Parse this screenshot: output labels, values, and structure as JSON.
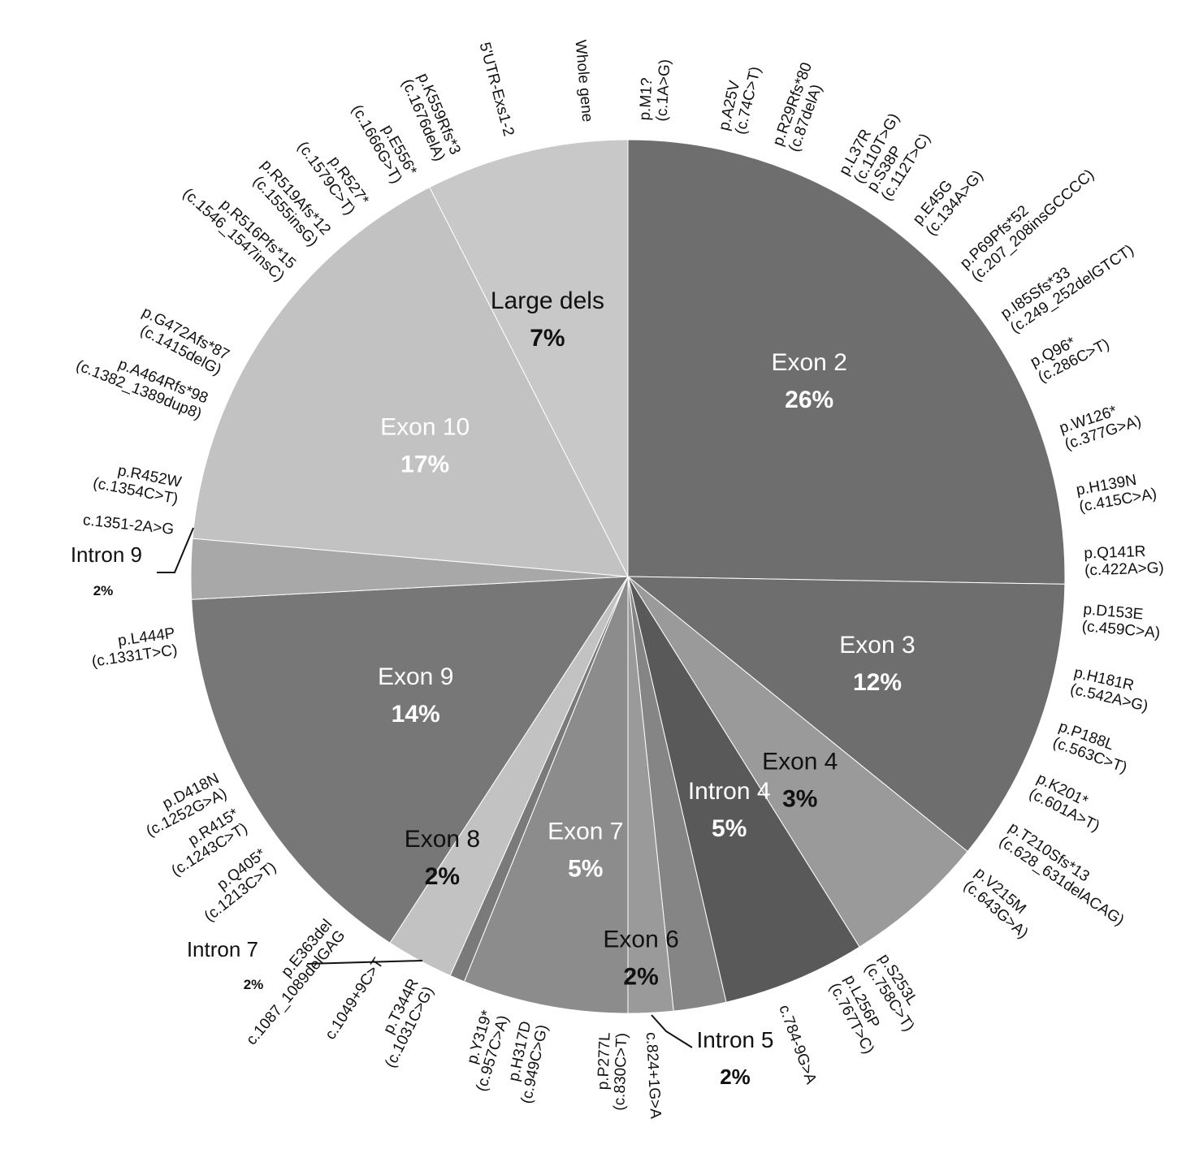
{
  "chart_data": {
    "type": "pie",
    "title": "",
    "slices": [
      {
        "label": "Exon 2",
        "percent_label": "26%",
        "value": 26,
        "color": "#6e6e6e",
        "text_color": "#ffffff"
      },
      {
        "label": "Exon 3",
        "percent_label": "12%",
        "value": 12,
        "color": "#6e6e6e",
        "text_color": "#ffffff"
      },
      {
        "label": "Exon 4",
        "percent_label": "3%",
        "value": 3,
        "color": "#9a9a9a",
        "text_color": "#111111"
      },
      {
        "label": "Intron 4",
        "percent_label": "5%",
        "value": 5,
        "color": "#595959",
        "text_color": "#ffffff"
      },
      {
        "label": "Intron 5",
        "percent_label": "2%",
        "value": 2,
        "color": "#858585",
        "text_color": "#111111"
      },
      {
        "label": "Exon 6",
        "percent_label": "2%",
        "value": 2,
        "color": "#9a9a9a",
        "text_color": "#111111"
      },
      {
        "label": "Exon 7",
        "percent_label": "5%",
        "value": 5,
        "color": "#8c8c8c",
        "text_color": "#ffffff"
      },
      {
        "label": "Intron 7",
        "percent_label": "2%",
        "value": 2,
        "color": "#7a7a7a",
        "text_color": "#111111"
      },
      {
        "label": "Exon 8",
        "percent_label": "2%",
        "value": 2,
        "color": "#c2c2c2",
        "text_color": "#111111"
      },
      {
        "label": "Exon 9",
        "percent_label": "14%",
        "value": 14,
        "color": "#777777",
        "text_color": "#ffffff"
      },
      {
        "label": "Intron 9",
        "percent_label": "2%",
        "value": 2,
        "color": "#a8a8a8",
        "text_color": "#111111"
      },
      {
        "label": "Exon 10",
        "percent_label": "17%",
        "value": 17,
        "color": "#c2c2c2",
        "text_color": "#ffffff"
      },
      {
        "label": "Large dels",
        "percent_label": "7%",
        "value": 7,
        "color": "#c8c8c8",
        "text_color": "#111111"
      }
    ],
    "mutations": [
      [
        "p.M1?",
        "(c.1A>G)"
      ],
      [
        "p.A25V",
        "(c.74C>T)"
      ],
      [
        "p.R29Rfs*80",
        "(c.87delA)"
      ],
      [
        "p.L37R",
        "(c.110T>G)"
      ],
      [
        "p.S38P",
        "(c.112T>C)"
      ],
      [
        "p.E45G",
        "(c.134A>G)"
      ],
      [
        "p.P69Pfs*52",
        "(c.207_208insGCCCC)"
      ],
      [
        "p.I85Sfs*33",
        "(c.249_252delGTCT)"
      ],
      [
        "p.Q96*",
        "(c.286C>T)"
      ],
      [
        "p.W126*",
        "(c.377G>A)"
      ],
      [
        "p.H139N",
        "(c.415C>A)"
      ],
      [
        "p.Q141R",
        "(c.422A>G)"
      ],
      [
        "p.D153E",
        "(c.459C>A)"
      ],
      [
        "p.H181R",
        "(c.542A>G)"
      ],
      [
        "p.P188L",
        "(c.563C>T)"
      ],
      [
        "p.K201*",
        "(c.601A>T)"
      ],
      [
        "p.T210Sfs*13",
        "(c.628_631delACAG)"
      ],
      [
        "p.V215M",
        "(c.643G>A)"
      ],
      [
        "p.S253L",
        "(c.758C>T)"
      ],
      [
        "p.L256P",
        "(c.767T>C)"
      ],
      [
        "c.784-9G>A"
      ],
      [
        "c.824+1G>A"
      ],
      [
        "p.P277L",
        "(c.830C>T)"
      ],
      [
        "p.H317D",
        "(c.949C>G)"
      ],
      [
        "p.Y319*",
        "(c.957C>A)"
      ],
      [
        "p.T344R",
        "(c.1031C>G)"
      ],
      [
        "c.1049+9C>T"
      ],
      [
        "p.E363del",
        "c.1087_1089delGAG"
      ],
      [
        "p.Q405*",
        "(c.1213C>T)"
      ],
      [
        "p.R415*",
        "(c.1243C>T)"
      ],
      [
        "p.D418N",
        "(c.1252G>A)"
      ],
      [
        "p.L444P",
        "(c.1331T>C)"
      ],
      [
        "c.1351-2A>G"
      ],
      [
        "p.R452W",
        "(c.1354C>T)"
      ],
      [
        "p.A464Rfs*98",
        "(c.1382_1389dup8)"
      ],
      [
        "p.G472Afs*87",
        "(c.1415delG)"
      ],
      [
        "p.R516Pfs*15",
        "(c.1546_1547insC)"
      ],
      [
        "p.R519Afs*12",
        "(c.1555insG)"
      ],
      [
        "p.R527*",
        "(c.1579C>T)"
      ],
      [
        "p.E556*",
        "(c.1666G>T)"
      ],
      [
        "p.K559Rfs*3",
        "(c.1676delA)"
      ],
      [
        "5'UTR-Exs1-2"
      ],
      [
        "Whole gene"
      ]
    ]
  }
}
